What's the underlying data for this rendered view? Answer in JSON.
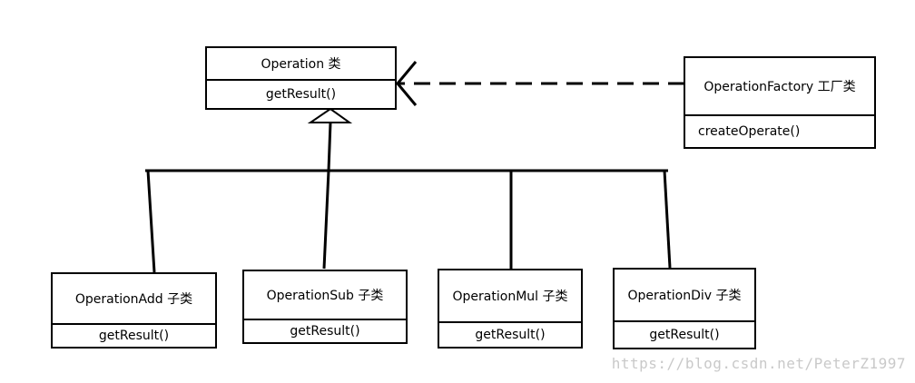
{
  "classes": {
    "operation": {
      "name": "Operation 类",
      "method": "getResult()"
    },
    "factory": {
      "name": "OperationFactory 工厂类",
      "method": "createOperate()"
    },
    "add": {
      "name": "OperationAdd 子类",
      "method": "getResult()"
    },
    "sub": {
      "name": "OperationSub 子类",
      "method": "getResult()"
    },
    "mul": {
      "name": "OperationMul 子类",
      "method": "getResult()"
    },
    "div": {
      "name": "OperationDiv 子类",
      "method": "getResult()"
    }
  },
  "relations": [
    {
      "from": "factory",
      "to": "operation",
      "type": "dependency"
    },
    {
      "from": "add",
      "to": "operation",
      "type": "inheritance"
    },
    {
      "from": "sub",
      "to": "operation",
      "type": "inheritance"
    },
    {
      "from": "mul",
      "to": "operation",
      "type": "inheritance"
    },
    {
      "from": "div",
      "to": "operation",
      "type": "inheritance"
    }
  ],
  "watermark": "https://blog.csdn.net/PeterZ1997"
}
